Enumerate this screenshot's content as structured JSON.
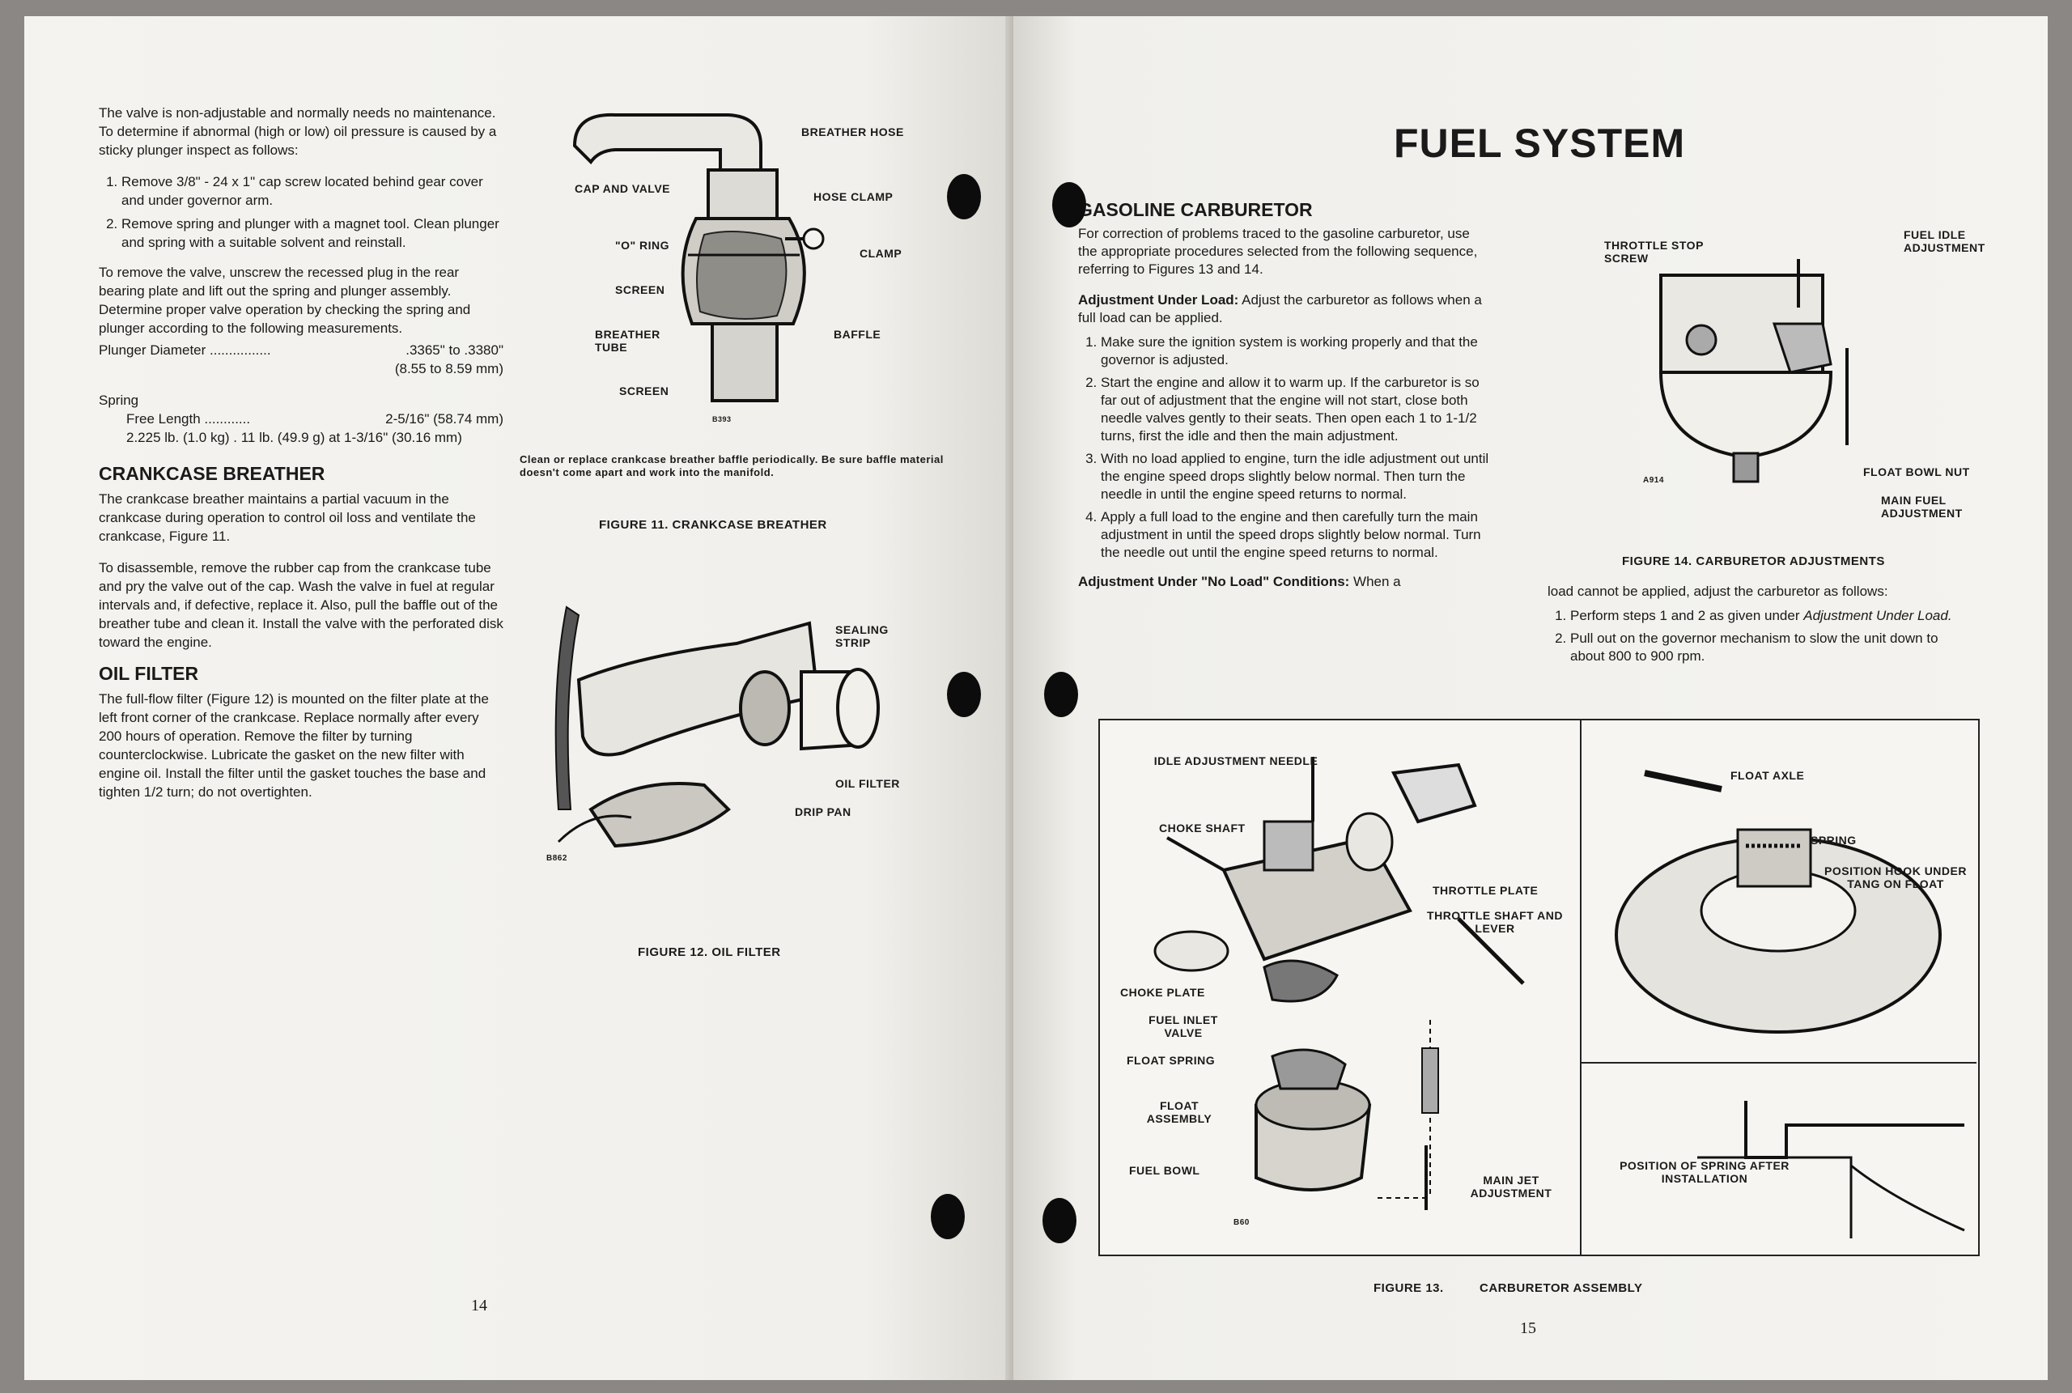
{
  "left_page": {
    "intro_text": "The valve is non-adjustable and normally needs no maintenance. To determine if abnormal (high or low) oil pressure is caused by a sticky plunger inspect as follows:",
    "steps": [
      "Remove 3/8\" - 24 x 1\" cap screw located behind gear cover and under governor arm.",
      "Remove spring and plunger with a magnet tool. Clean plunger and spring with a suitable solvent and reinstall."
    ],
    "remove_valve_text": "To remove the valve, unscrew the recessed plug in the rear bearing plate and lift out the spring and plunger assembly. Determine proper valve operation by checking the spring and plunger according to the following measurements.",
    "plunger_label": "Plunger Diameter",
    "plunger_value": ".3365\" to .3380\"",
    "plunger_metric": "(8.55 to 8.59 mm)",
    "spring_label": "Spring",
    "free_length_label": "Free Length",
    "free_length_value": "2-5/16\" (58.74 mm)",
    "spring_load": "2.225 lb. (1.0 kg) . 11 lb. (49.9 g) at 1-3/16\" (30.16 mm)",
    "crankcase_heading": "CRANKCASE BREATHER",
    "crankcase_text1": "The crankcase breather maintains a partial vacuum in the crankcase during operation to control oil loss and ventilate the crankcase, Figure 11.",
    "crankcase_text2": "To disassemble, remove the rubber cap from the crankcase tube and pry the valve out of the cap. Wash the valve in fuel at regular intervals and, if defective, replace it. Also, pull the baffle out of the breather tube and clean it. Install the valve with the perforated disk toward the engine.",
    "oil_filter_heading": "OIL FILTER",
    "oil_filter_text": "The full-flow filter (Figure 12) is mounted on the filter plate at the left front corner of the crankcase. Replace normally after every 200 hours of operation. Remove the filter by turning counterclockwise. Lubricate the gasket on the new filter with engine oil. Install the filter until the gasket touches the base and tighten 1/2 turn; do not overtighten.",
    "fig11_labels": {
      "breather_hose": "BREATHER HOSE",
      "cap_valve": "CAP AND VALVE",
      "hose_clamp": "HOSE CLAMP",
      "o_ring": "\"O\" RING",
      "clamp": "CLAMP",
      "screen1": "SCREEN",
      "breather_tube": "BREATHER TUBE",
      "baffle": "BAFFLE",
      "screen2": "SCREEN",
      "code": "B393"
    },
    "fig11_note": "Clean or replace crankcase breather baffle periodically. Be sure baffle material doesn't come apart and work into the manifold.",
    "fig11_caption": "FIGURE 11. CRANKCASE BREATHER",
    "fig12_labels": {
      "sealing_strip": "SEALING STRIP",
      "oil_filter": "OIL FILTER",
      "drip_pan": "DRIP PAN",
      "code": "B862"
    },
    "fig12_caption": "FIGURE 12. OIL FILTER",
    "page_number": "14"
  },
  "right_page": {
    "title": "FUEL SYSTEM",
    "carb_heading": "GASOLINE CARBURETOR",
    "carb_intro": "For correction of problems traced to the gasoline carburetor, use the appropriate procedures selected from the following sequence, referring to Figures 13 and 14.",
    "load_lead": "Adjustment Under Load:",
    "load_text": " Adjust the carburetor as follows when a full load can be applied.",
    "load_steps": [
      "Make sure the ignition system is working properly and that the governor is adjusted.",
      "Start the engine and allow it to warm up. If the carburetor is so far out of adjustment that the engine will not start, close both needle valves gently to their seats. Then open each 1 to 1-1/2 turns, first the idle and then the main adjustment.",
      "With no load applied to engine, turn the idle adjustment out until the engine speed drops slightly below normal. Then turn the needle in until the engine speed returns to normal.",
      "Apply a full load to the engine and then carefully turn the main adjustment in until the speed drops slightly below normal. Turn the needle out until the engine speed returns to normal."
    ],
    "noload_lead": "Adjustment Under \"No Load\" Conditions:",
    "noload_text": " When a",
    "noload_cont": "load cannot be applied, adjust the carburetor as follows:",
    "noload_step1_a": "Perform steps 1 and 2 as given under ",
    "noload_step1_b": "Adjustment Under Load.",
    "noload_step2": "Pull out on the governor mechanism to slow the unit down to about 800 to 900 rpm.",
    "fig14_labels": {
      "throttle_stop": "THROTTLE STOP SCREW",
      "fuel_idle": "FUEL IDLE ADJUSTMENT",
      "float_bowl_nut": "FLOAT BOWL NUT",
      "main_fuel": "MAIN FUEL ADJUSTMENT",
      "code": "A914"
    },
    "fig14_caption": "FIGURE 14. CARBURETOR ADJUSTMENTS",
    "fig13_labels": {
      "idle_needle": "IDLE ADJUSTMENT NEEDLE",
      "choke_shaft": "CHOKE SHAFT",
      "throttle_plate": "THROTTLE PLATE",
      "throttle_shaft": "THROTTLE SHAFT AND LEVER",
      "choke_plate": "CHOKE PLATE",
      "fuel_inlet": "FUEL INLET VALVE",
      "float_spring": "FLOAT SPRING",
      "float_assembly": "FLOAT ASSEMBLY",
      "fuel_bowl": "FUEL BOWL",
      "main_jet": "MAIN JET ADJUSTMENT",
      "float_axle": "FLOAT AXLE",
      "spring": "SPRING",
      "position_hook": "POSITION HOOK UNDER TANG ON FLOAT",
      "position_spring": "POSITION OF SPRING AFTER INSTALLATION",
      "code": "B60"
    },
    "fig13_caption_a": "FIGURE 13.",
    "fig13_caption_b": "CARBURETOR ASSEMBLY",
    "page_number": "15"
  }
}
